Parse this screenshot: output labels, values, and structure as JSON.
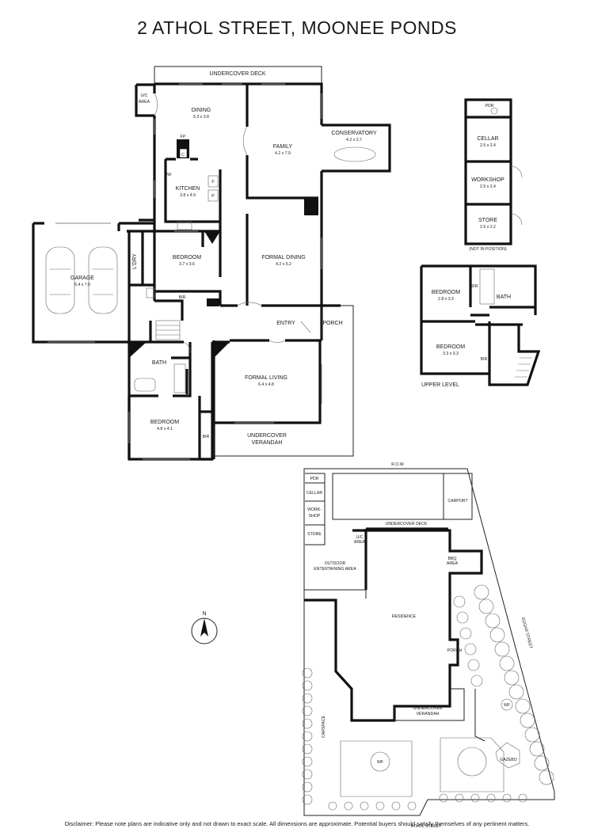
{
  "title": "2 ATHOL STREET, MOONEE PONDS",
  "disclaimer": "Disclaimer: Please note plans are indicative only and not drawn to exact scale. All dimensions are approximate. Potential buyers should satisfy themselves of any pertinent matters.",
  "ground_floor": {
    "undercover_deck": "UNDERCOVER DECK",
    "uc_area_1": "U/C",
    "uc_area_2": "AREA",
    "dining": "DINING",
    "dining_dim": "5.3 x 3.8",
    "fp": "FP",
    "c": "C",
    "kitchen": "KITCHEN",
    "kitchen_dim": "3.8 x 4.9",
    "dw": "DW",
    "f": "F",
    "p": "P",
    "family": "FAMILY",
    "family_dim": "4.2 x 7.9",
    "conservatory": "CONSERVATORY",
    "conservatory_dim": "4.2 x 2.7",
    "garage": "GARAGE",
    "garage_dim": "5.4 x 7.0",
    "ldry": "L'DRY",
    "bedroom_1": "BEDROOM",
    "bedroom_1_dim": "3.7 x 3.6",
    "bir": "BIR",
    "formal_dining": "FORMAL DINING",
    "formal_dining_dim": "4.2 x 5.2",
    "entry": "ENTRY",
    "porch": "PORCH",
    "bath": "BATH",
    "formal_living": "FORMAL LIVING",
    "formal_living_dim": "6.4 x 4.8",
    "bedroom_2": "BEDROOM",
    "bedroom_2_dim": "4.8 x 4.1",
    "undercover_verandah_1": "UNDERCOVER",
    "undercover_verandah_2": "VERANDAH"
  },
  "outbuildings": {
    "pdr": "PDR",
    "cellar": "CELLAR",
    "cellar_dim": "2.5 x 2.4",
    "workshop": "WORKSHOP",
    "workshop_dim": "2.5 x 2.4",
    "store": "STORE",
    "store_dim": "2.5 x 2.2",
    "note": "(NOT IN POSITION)"
  },
  "upper_level": {
    "label": "UPPER LEVEL",
    "bedroom_1": "BEDROOM",
    "bedroom_1_dim": "2.8 x 3.3",
    "bedroom_2": "BEDROOM",
    "bedroom_2_dim": "3.3 x 3.3",
    "bath": "BATH",
    "bir": "BIR"
  },
  "site_plan": {
    "row": "R.O.W",
    "pdr": "PDR",
    "cellar": "CELLAR",
    "work_1": "WORK-",
    "work_2": "SHOP",
    "store": "STORE",
    "carport": "CARPORT",
    "undercover_deck": "UNDERCOVER DECK",
    "uc_1": "U/C",
    "uc_2": "AREA",
    "outdoor_1": "OUTDOOR",
    "outdoor_2": "ENTERTAINING AREA",
    "bbq_1": "BBQ",
    "bbq_2": "AREA",
    "residence": "RESIDENCE",
    "porch": "PORCH",
    "verandah_1": "UNDERCOVER",
    "verandah_2": "VERANDAH",
    "carspace": "CARSPACE",
    "wf_1": "WF",
    "wf_2": "WF",
    "gazebo": "GAZEBO",
    "athol_street": "ATHOL STREET",
    "edgar_street": "EDGAR STREET"
  },
  "compass": {
    "north": "N"
  }
}
